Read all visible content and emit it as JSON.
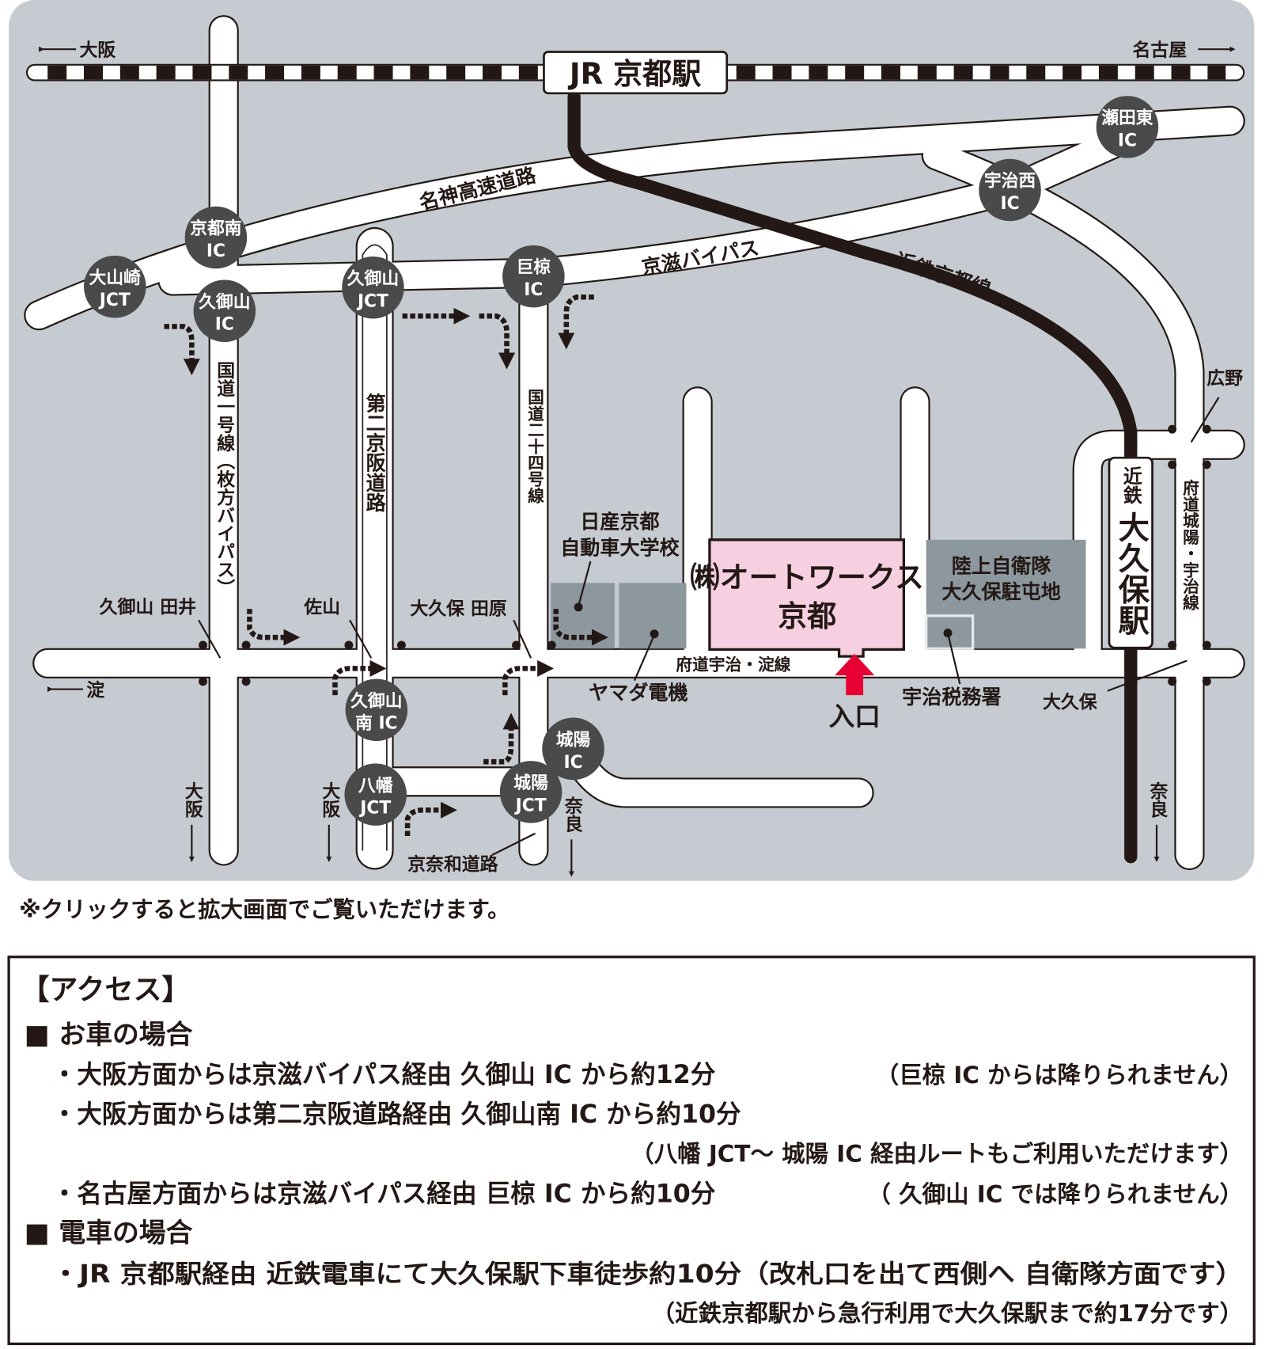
{
  "map": {
    "station_jr": "JR 京都駅",
    "dir_osaka_top": "大阪",
    "dir_nagoya_top": "名古屋",
    "dir_yodo": "淀",
    "dir_osaka_bottom1": "大阪",
    "dir_osaka_bottom2": "大阪",
    "dir_nara1": "奈良",
    "dir_nara2": "奈良",
    "roads": {
      "meishin": "名神高速道路",
      "keiji": "京滋バイパス",
      "kintetsu_line": "近鉄京都線",
      "route1": "国道一号線（枚方バイパス）",
      "daini_keihan": "第二京阪道路",
      "route24": "国道二十四号線",
      "fudo_uji_yodo": "府道宇治・淀線",
      "fudo_joyo_uji": "府道城陽・宇治線",
      "keinawa": "京奈和道路"
    },
    "interchanges": [
      {
        "line1": "瀬田東",
        "line2": "IC"
      },
      {
        "line1": "宇治西",
        "line2": "IC"
      },
      {
        "line1": "京都南",
        "line2": "IC"
      },
      {
        "line1": "大山崎",
        "line2": "JCT"
      },
      {
        "line1": "久御山",
        "line2": "IC"
      },
      {
        "line1": "久御山",
        "line2": "JCT"
      },
      {
        "line1": "巨椋",
        "line2": "IC"
      },
      {
        "line1": "久御山",
        "line2": "南 IC"
      },
      {
        "line1": "八幡",
        "line2": "JCT"
      },
      {
        "line1": "城陽",
        "line2": "JCT"
      },
      {
        "line1": "城陽",
        "line2": "IC"
      }
    ],
    "places": {
      "kumiyama_tai": "久御山 田井",
      "sayama": "佐山",
      "okubo_tahara": "大久保 田原",
      "hirono": "広野",
      "okubo": "大久保",
      "nissan_1": "日産京都",
      "nissan_2": "自動車大学校",
      "yamada": "ヤマダ電機",
      "jsdf_1": "陸上自衛隊",
      "jsdf_2": "大久保駐屯地",
      "tax": "宇治税務署",
      "station_small": "近鉄",
      "station_big": "大久保駅"
    },
    "destination": {
      "line1": "㈱オートワークス",
      "line2": "京都"
    },
    "entrance": "入口",
    "colors": {
      "background": "#c5cbd1",
      "destination": "#f6cfe0",
      "entrance_arrow": "#e60033",
      "building": "#8c979e",
      "ic": "#4a4a4a"
    }
  },
  "note": "※クリックすると拡大画面でご覧いただけます。",
  "access": {
    "title": "【アクセス】",
    "car_heading": "■ お車の場合",
    "car": [
      {
        "main": "・大阪方面からは京滋バイパス経由 久御山 IC から約12分",
        "note": "（巨椋 IC からは降りられません）"
      },
      {
        "main": "・大阪方面からは第二京阪道路経由 久御山南 IC から約10分",
        "note": "（八幡 JCT～ 城陽 IC 経由ルートもご利用いただけます）"
      },
      {
        "main": "・名古屋方面からは京滋バイパス経由 巨椋 IC から約10分",
        "note": "（ 久御山 IC では降りられません）"
      }
    ],
    "train_heading": "■ 電車の場合",
    "train": {
      "main": "・JR 京都駅経由 近鉄電車にて大久保駅下車徒歩約10分（改札口を出て西側へ 自衛隊方面です）",
      "note": "（近鉄京都駅から急行利用で大久保駅まで約17分です）"
    }
  }
}
